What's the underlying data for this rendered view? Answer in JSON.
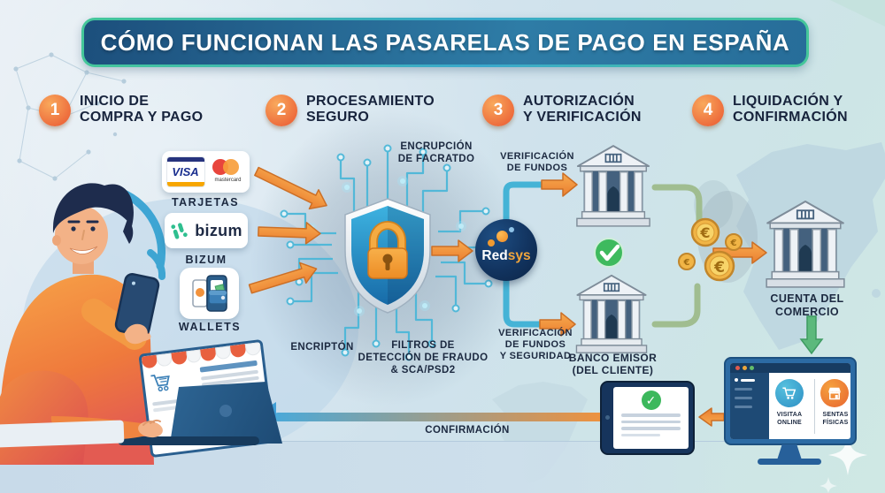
{
  "title": "CÓMO FUNCIONAN LAS PASARELAS DE PAGO EN ESPAÑA",
  "steps": [
    {
      "number": "1",
      "label": "INICIO DE\nCOMPRA Y PAGO"
    },
    {
      "number": "2",
      "label": "PROCESAMIENTO\nSEGURO"
    },
    {
      "number": "3",
      "label": "AUTORIZACIÓN\nY VERIFICACIÓN"
    },
    {
      "number": "4",
      "label": "LIQUIDACIÓN Y\nCONFIRMACIÓN"
    }
  ],
  "payment": {
    "cards_label": "TARJETAS",
    "visa_text": "VISA",
    "mastercard_text": "mastercard",
    "bizum_logo_text": "bizum",
    "bizum_label": "BIZUM",
    "wallets_label": "WALLETS"
  },
  "security": {
    "encryption_top_label": "ENCRUPCIÓN\nDE FACRATDO",
    "encryption_label": "ENCRIPTÓN",
    "fraud_filters_label": "FILTROS DE\nDETECCIÓN DE FRAUDO\n& SCA/PSD2"
  },
  "gateway": {
    "name_prefix": "Red",
    "name_suffix": "sys"
  },
  "authorization": {
    "funds_check_label": "VERIFICACIÓN\nDE FUNDOS",
    "funds_security_check_label": "VERIFICACIÓN\nDE FUNDOS\nY SEGURIDAD",
    "issuer_bank_label": "BANCO EMISOR\n(DEL CLIENTE)"
  },
  "settlement": {
    "merchant_account_label": "CUENTA DEL\nCOMERCIO",
    "euro_symbol": "€"
  },
  "confirmation": {
    "label": "CONFIRMACIÓN"
  },
  "monitor": {
    "online_label": "VISITAA\nONLINE",
    "physical_label": "SENTAS\nFÍSICAS"
  },
  "colors": {
    "accent_orange": "#ef8436",
    "teal": "#45b3d6",
    "navy": "#14203c",
    "green": "#4db56b",
    "gold": "#f0b13f",
    "title_bg": "#1d5379",
    "bizum_green": "#2fbf8f"
  }
}
